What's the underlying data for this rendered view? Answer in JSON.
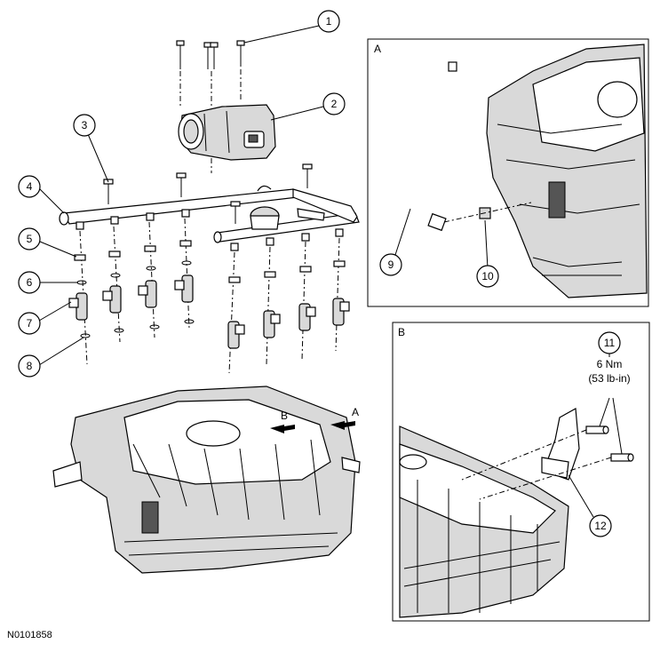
{
  "figure_id": "N0101858",
  "panels": {
    "a": {
      "label": "A"
    },
    "b": {
      "label": "B"
    }
  },
  "arrow_labels": {
    "a": "A",
    "b": "B"
  },
  "callouts": [
    "1",
    "2",
    "3",
    "4",
    "5",
    "6",
    "7",
    "8",
    "9",
    "10",
    "11",
    "12"
  ],
  "torque_spec": {
    "value": "6 Nm",
    "imperial": "(53 lb-in)"
  }
}
